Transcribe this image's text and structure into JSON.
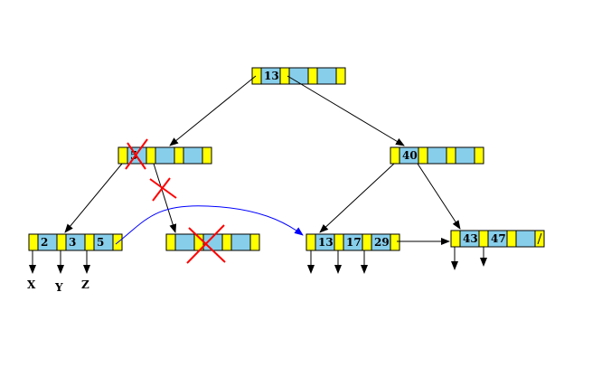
{
  "colors": {
    "pointer_slot": "#ffff00",
    "key_slot": "#87ceeb",
    "outline": "#000000",
    "edge": "#000000",
    "sibling_link": "#0000ff",
    "deletion_mark": "#ff0000"
  },
  "nodes": {
    "root": {
      "keys": [
        "13",
        "",
        ""
      ]
    },
    "internal_left": {
      "keys": [
        "5",
        "",
        ""
      ]
    },
    "internal_right": {
      "keys": [
        "40",
        "",
        ""
      ]
    },
    "leaf_1": {
      "keys": [
        "2",
        "3",
        "5"
      ]
    },
    "leaf_2": {
      "keys": [
        "",
        "",
        ""
      ]
    },
    "leaf_3": {
      "keys": [
        "13",
        "17",
        "29"
      ]
    },
    "leaf_4": {
      "keys": [
        "43",
        "47",
        ""
      ]
    }
  },
  "leaf_pointer_labels": [
    "X",
    "Y",
    "Z"
  ]
}
